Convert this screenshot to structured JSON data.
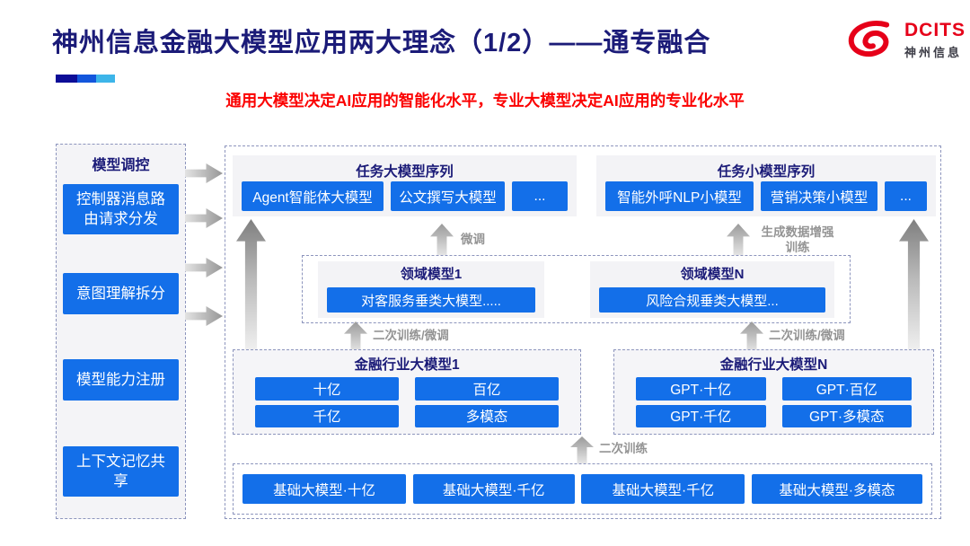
{
  "header": {
    "title": "神州信息金融大模型应用两大理念（1/2）——通专融合",
    "subtitle": "通用大模型决定AI应用的智能化水平，专业大模型决定AI应用的专业化水平",
    "logo": {
      "brand": "DCITS",
      "brand_cn": "神州信息"
    }
  },
  "sidebar": {
    "title": "模型调控",
    "items": [
      "控制器消息路由请求分发",
      "意图理解拆分",
      "模型能力注册",
      "上下文记忆共享"
    ]
  },
  "main": {
    "task_large": {
      "title": "任务大模型序列",
      "items": [
        "Agent智能体大模型",
        "公文撰写大模型",
        "..."
      ]
    },
    "task_small": {
      "title": "任务小模型序列",
      "items": [
        "智能外呼NLP小模型",
        "营销决策小模型",
        "..."
      ]
    },
    "domain": {
      "groups": [
        {
          "title": "领域模型1",
          "item": "对客服务垂类大模型....."
        },
        {
          "title": "领域模型N",
          "item": "风险合规垂类大模型..."
        }
      ]
    },
    "industry": [
      {
        "title": "金融行业大模型1",
        "items": [
          "十亿",
          "百亿",
          "千亿",
          "多模态"
        ]
      },
      {
        "title": "金融行业大模型N",
        "items": [
          "GPT·十亿",
          "GPT·百亿",
          "GPT·千亿",
          "GPT·多模态"
        ]
      }
    ],
    "base_models": [
      "基础大模型·十亿",
      "基础大模型·千亿",
      "基础大模型·千亿",
      "基础大模型·多模态"
    ],
    "labels": {
      "fine_tune": "微调",
      "gen_data": "生成数据增强训练",
      "retrain_ft": "二次训练/微调",
      "retrain": "二次训练"
    }
  },
  "colors": {
    "accent_blue": "#136FE9",
    "title_navy": "#1B1B78",
    "subtitle_red": "#FB0000",
    "logo_red": "#E60019",
    "accent_bar": [
      "#0D0D97",
      "#1356DC",
      "#3DB5E9"
    ]
  }
}
